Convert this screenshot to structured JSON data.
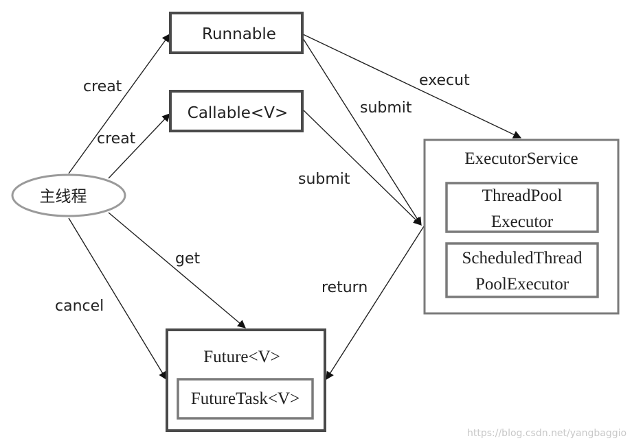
{
  "nodes": {
    "main_thread": "主线程",
    "runnable": "Runnable",
    "callable": "Callable<V>",
    "executor_service": "ExecutorService",
    "thread_pool_line1": "ThreadPool",
    "thread_pool_line2": "Executor",
    "scheduled_line1": "ScheduledThread",
    "scheduled_line2": "PoolExecutor",
    "future": "Future<V>",
    "future_task": "FutureTask<V>"
  },
  "edges": {
    "creat_runnable": "creat",
    "creat_callable": "creat",
    "execut": "execut",
    "submit_runnable": "submit",
    "submit_callable": "submit",
    "return": "return",
    "get": "get",
    "cancel": "cancel"
  },
  "watermark": "https://blog.csdn.net/yangbaggio"
}
